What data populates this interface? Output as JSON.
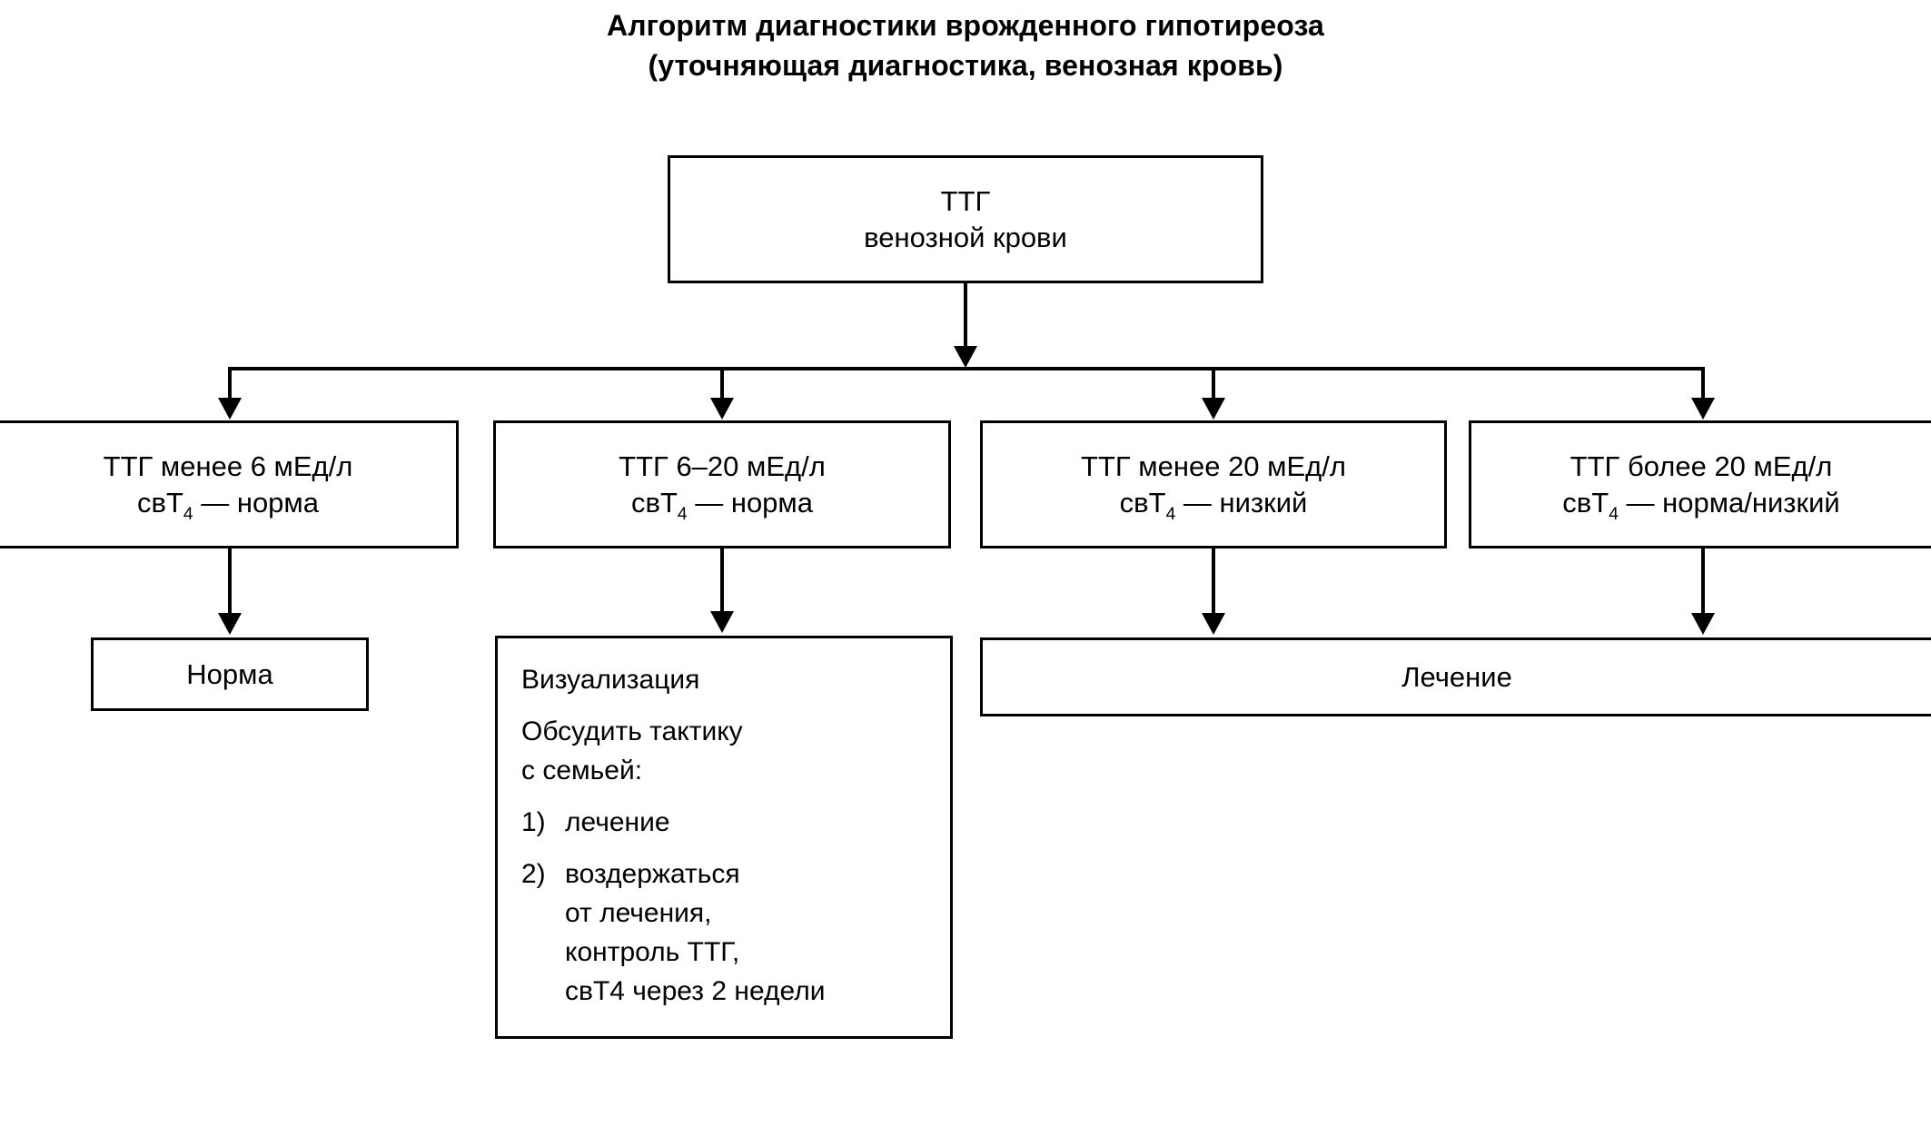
{
  "title": {
    "line1": "Алгоритм диагностики врожденного гипотиреоза",
    "line2": "(уточняющая диагностика, венозная кровь)"
  },
  "nodes": {
    "root": {
      "line1": "ТТГ",
      "line2": "венозной крови"
    },
    "branch1": {
      "line1": "ТТГ менее 6 мЕд/л",
      "line2_pre": "свТ",
      "line2_sub": "4",
      "line2_post": " — норма"
    },
    "branch2": {
      "line1": "ТТГ 6–20 мЕд/л",
      "line2_pre": "свТ",
      "line2_sub": "4",
      "line2_post": " — норма"
    },
    "branch3": {
      "line1": "ТТГ менее 20 мЕд/л",
      "line2_pre": "свТ",
      "line2_sub": "4",
      "line2_post": " — низкий"
    },
    "branch4": {
      "line1": "ТТГ более 20 мЕд/л",
      "line2_pre": "свТ",
      "line2_sub": "4",
      "line2_post": " — норма/низкий"
    },
    "norma": {
      "label": "Норма"
    },
    "treatment": {
      "label": "Лечение"
    },
    "visualization": {
      "heading": "Визуализация",
      "subheading_line1": "Обсудить тактику",
      "subheading_line2": "с семьей:",
      "items": [
        {
          "number": "1)",
          "lines": [
            "лечение"
          ]
        },
        {
          "number": "2)",
          "lines": [
            "воздержаться",
            "от лечения,",
            "контроль ТТГ,",
            "свТ4 через 2 недели"
          ]
        }
      ]
    }
  },
  "style": {
    "stroke_color": "#000000",
    "background_color": "#ffffff",
    "text_color": "#000000"
  }
}
